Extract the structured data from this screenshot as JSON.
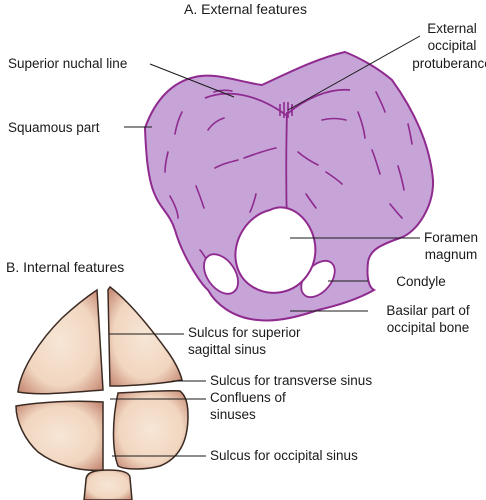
{
  "panel_a": {
    "title": "A. External features",
    "labels": {
      "superior_nuchal_line": "Superior nuchal line",
      "squamous_part": "Squamous part",
      "external_protuberance": [
        "External",
        "occipital",
        "protuberance"
      ],
      "foramen_magnum": [
        "Foramen",
        "magnum"
      ],
      "condyle": "Condyle",
      "basilar_part": [
        "Basilar part of",
        "occipital bone"
      ]
    }
  },
  "panel_b": {
    "title": "B. Internal features",
    "labels": {
      "superior_sagittal_sinus": [
        "Sulcus for superior",
        "sagittal sinus"
      ],
      "transverse_sinus": "Sulcus for transverse sinus",
      "confluens": [
        "Confluens of",
        "sinuses"
      ],
      "occipital_sinus": "Sulcus for occipital sinus"
    }
  },
  "colors": {
    "bone_fill": "#c7a4d8",
    "bone_outline": "#8f2a8f",
    "internal_fill": "#f3dcc9",
    "internal_shade": "#c98f7a",
    "internal_outline": "#3a2a22",
    "leader_line": "#1a1a1a"
  }
}
